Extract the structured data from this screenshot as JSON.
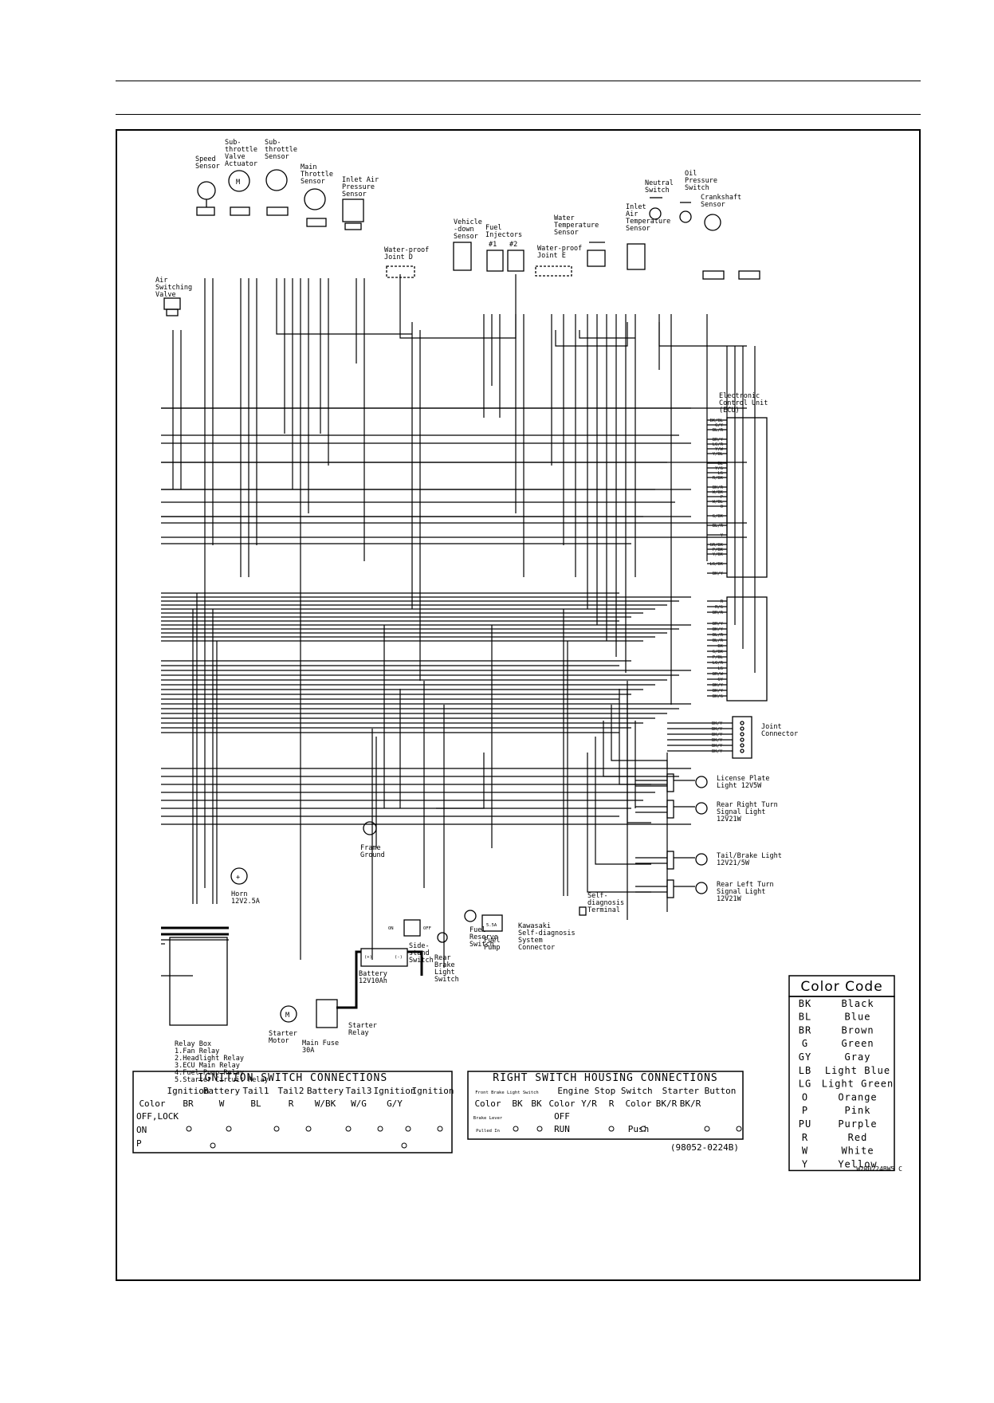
{
  "components": {
    "speed_sensor": [
      "Speed",
      "Sensor"
    ],
    "subthrottle_actuator": [
      "Sub-",
      "throttle",
      "Valve",
      "Actuator"
    ],
    "subthrottle_sensor": [
      "Sub-",
      "throttle",
      "Sensor"
    ],
    "main_throttle": [
      "Main",
      "Throttle",
      "Sensor"
    ],
    "inlet_air_pressure": [
      "Inlet Air",
      "Pressure",
      "Sensor"
    ],
    "air_switching": [
      "Air",
      "Switching",
      "Valve"
    ],
    "joint_d": [
      "Water-proof",
      "Joint D"
    ],
    "vehicle_down": [
      "Vehicle",
      "-down",
      "Sensor"
    ],
    "fuel_injectors": [
      "Fuel",
      "Injectors"
    ],
    "inj1": "#1",
    "inj2": "#2",
    "water_temp": [
      "Water",
      "Temperature",
      "Sensor"
    ],
    "joint_e": [
      "Water-proof",
      "Joint E"
    ],
    "inlet_air_temp": [
      "Inlet",
      "Air",
      "Temperature",
      "Sensor"
    ],
    "neutral_switch": [
      "Neutral",
      "Switch"
    ],
    "oil_pressure": [
      "Oil",
      "Pressure",
      "Switch"
    ],
    "crankshaft": [
      "Crankshaft",
      "Sensor"
    ],
    "ecu": [
      "Electronic",
      "Control Unit",
      "(ECU)"
    ],
    "joint_connector": [
      "Joint",
      "Connector"
    ],
    "license_light": [
      "License Plate",
      "Light 12V5W"
    ],
    "rear_right_turn": [
      "Rear Right Turn",
      "Signal Light",
      "12V21W"
    ],
    "tail_brake": [
      "Tail/Brake Light",
      "12V21/5W"
    ],
    "rear_left_turn": [
      "Rear Left Turn",
      "Signal Light",
      "12V21W"
    ],
    "frame_ground": [
      "Frame",
      "Ground"
    ],
    "horn": [
      "Horn",
      "12V2.5A"
    ],
    "side_stand": [
      "Side-",
      "stand",
      "Switch"
    ],
    "rear_brake_switch": [
      "Rear",
      "Brake",
      "Light",
      "Switch"
    ],
    "fuel_reserve": [
      "Fuel",
      "Reserve",
      "Switch"
    ],
    "fuel_pump": [
      "Fuel",
      "Pump"
    ],
    "kawasaki_connector": [
      "Kawasaki",
      "Self-diagnosis",
      "System",
      "Connector"
    ],
    "self_diag_terminal": [
      "Self-",
      "diagnosis",
      "Terminal"
    ],
    "battery": [
      "Battery",
      "12V10Ah"
    ],
    "starter_motor": [
      "Starter",
      "Motor"
    ],
    "starter_relay": [
      "Starter",
      "Relay"
    ],
    "main_fuse": [
      "Main Fuse",
      "30A"
    ],
    "relay_box": [
      "Relay Box",
      "1.Fan Relay",
      "2.Headlight Relay",
      "3.ECU Main Relay",
      "4.Fuel Pump Relay",
      "5.Starter Circuit Relay"
    ],
    "fuse_label": "5.5A",
    "side_stand_on": "ON",
    "side_stand_off": "OFF"
  },
  "ecu_pins_upper": [
    "BK/BL",
    "G/Y",
    "BL/R",
    "",
    "BR/Y",
    "LG/R",
    "Y/W",
    "Y/BL",
    "",
    "BL",
    "Y/G",
    "LG",
    "R/BK",
    "",
    "BK/R",
    "W/BK",
    "P",
    "W/BL",
    "O",
    "",
    "G/BK",
    "",
    "BL/R",
    "",
    "Y",
    "",
    "GR/BK",
    "P/BK",
    "Y/BK",
    "",
    "LG/BK",
    "",
    "BK/Y"
  ],
  "ecu_pins_lower": [
    "R",
    "R/G",
    "BR/R",
    "",
    "BR/Y",
    "BK/Y",
    "BL/R",
    "BL/R",
    "BK",
    "G/BK",
    "P/BL",
    "LG/R",
    "LG",
    "BR/W",
    "GY",
    "BK/Y",
    "BK/Y",
    "BK/G"
  ],
  "joint_pins": [
    "BK/Y",
    "BK/Y",
    "BK/Y",
    "BK/Y",
    "BK/Y",
    "BK/Y"
  ],
  "ignition_table": {
    "title": "IGNITION SWITCH CONNECTIONS",
    "headers": [
      "",
      "Ignition",
      "Battery",
      "Tail1",
      "Tail2",
      "Battery",
      "Tail3",
      "Ignition",
      "Ignition"
    ],
    "color_row": [
      "Color",
      "BR",
      "W",
      "BL",
      "R",
      "W/BK",
      "W/G",
      "G/Y",
      ""
    ],
    "rows": [
      "OFF,LOCK",
      "ON",
      "P"
    ]
  },
  "right_switch_table": {
    "title": "RIGHT SWITCH HOUSING CONNECTIONS",
    "groups": [
      "Front Brake Light Switch",
      "Engine Stop  Switch",
      "Starter Button"
    ],
    "color_row": [
      "Color",
      "BK",
      "BK",
      "Color",
      "Y/R",
      "R",
      "Color",
      "BK/R",
      "BK/R"
    ],
    "row1": [
      "Brake Lever",
      "",
      "",
      "OFF",
      "",
      "",
      "",
      "",
      ""
    ],
    "row2": [
      "Pulled In",
      "",
      "",
      "RUN",
      "",
      "",
      "Push",
      "",
      ""
    ],
    "code": "(98052-0224B)"
  },
  "color_code": {
    "title": "Color Code",
    "entries": [
      [
        "BK",
        "Black"
      ],
      [
        "BL",
        "Blue"
      ],
      [
        "BR",
        "Brown"
      ],
      [
        "G",
        "Green"
      ],
      [
        "GY",
        "Gray"
      ],
      [
        "LB",
        "Light Blue"
      ],
      [
        "LG",
        "Light Green"
      ],
      [
        "O",
        "Orange"
      ],
      [
        "P",
        "Pink"
      ],
      [
        "PU",
        "Purple"
      ],
      [
        "R",
        "Red"
      ],
      [
        "W",
        "White"
      ],
      [
        "Y",
        "Yellow"
      ]
    ]
  },
  "figure_code": "W2R0224BW5  C"
}
